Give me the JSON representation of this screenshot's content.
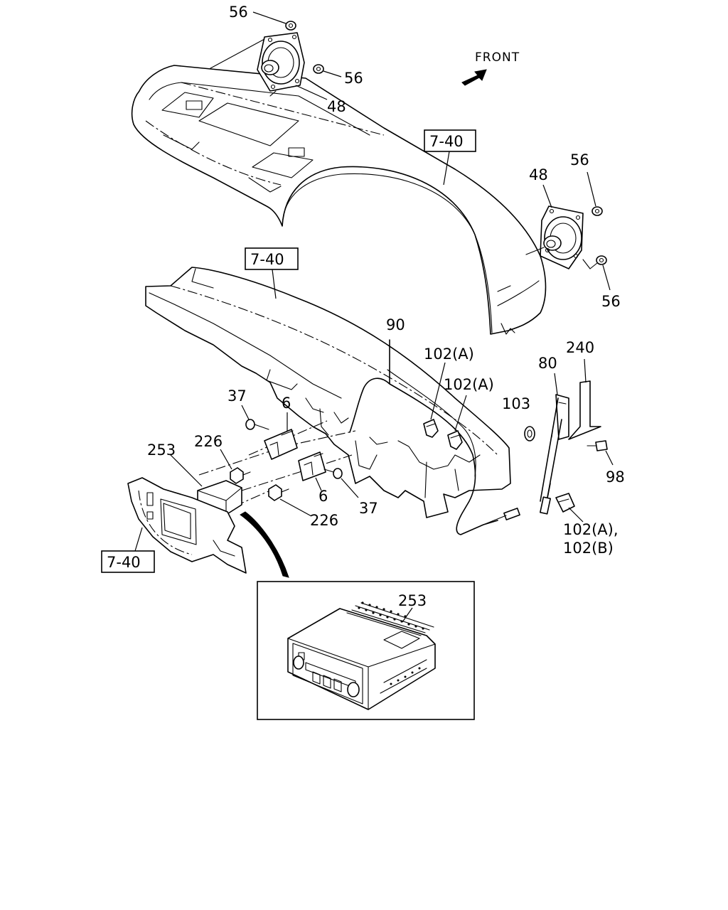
{
  "front_label": "FRONT",
  "refs": {
    "top": "7-40",
    "middle": "7-40",
    "bottom_left": "7-40"
  },
  "callouts": {
    "nut_56_a": "56",
    "nut_56_b": "56",
    "nut_56_c": "56",
    "nut_56_d": "56",
    "speaker_48_a": "48",
    "speaker_48_b": "48",
    "cable_90": "90",
    "clip_102a_1": "102(A)",
    "clip_102a_2": "102(A)",
    "clip_103": "103",
    "bracket_80": "80",
    "bracket_240": "240",
    "screw_98": "98",
    "clip_102ab_line1": "102(A),",
    "clip_102ab_line2": "102(B)",
    "bolt_37_a": "37",
    "bolt_37_b": "37",
    "bracket_6_a": "6",
    "bracket_6_b": "6",
    "bolt_226_a": "226",
    "bolt_226_b": "226",
    "radio_253": "253",
    "radio_253_detail": "253"
  }
}
